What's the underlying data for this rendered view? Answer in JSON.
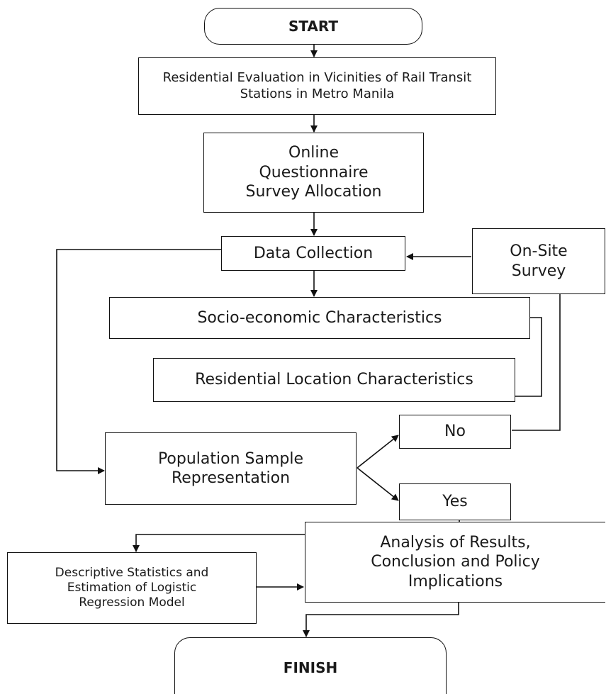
{
  "flowchart": {
    "start": "START",
    "residential_evaluation": "Residential Evaluation in Vicinities of Rail Transit Stations in Metro Manila",
    "online_questionnaire": [
      "Online",
      "Questionnaire",
      "Survey Allocation"
    ],
    "data_collection": "Data Collection",
    "on_site_survey": [
      "On-Site",
      "Survey"
    ],
    "socio_economic": "Socio-economic Characteristics",
    "residential_location": "Residential Location Characteristics",
    "population_sample": [
      "Population Sample",
      "Representation"
    ],
    "no": "No",
    "yes": "Yes",
    "descriptive_statistics": [
      "Descriptive Statistics and",
      "Estimation of Logistic",
      "Regression Model"
    ],
    "analysis_results": [
      "Analysis of Results,",
      "Conclusion and Policy",
      "Implications"
    ],
    "finish": "FINISH"
  }
}
